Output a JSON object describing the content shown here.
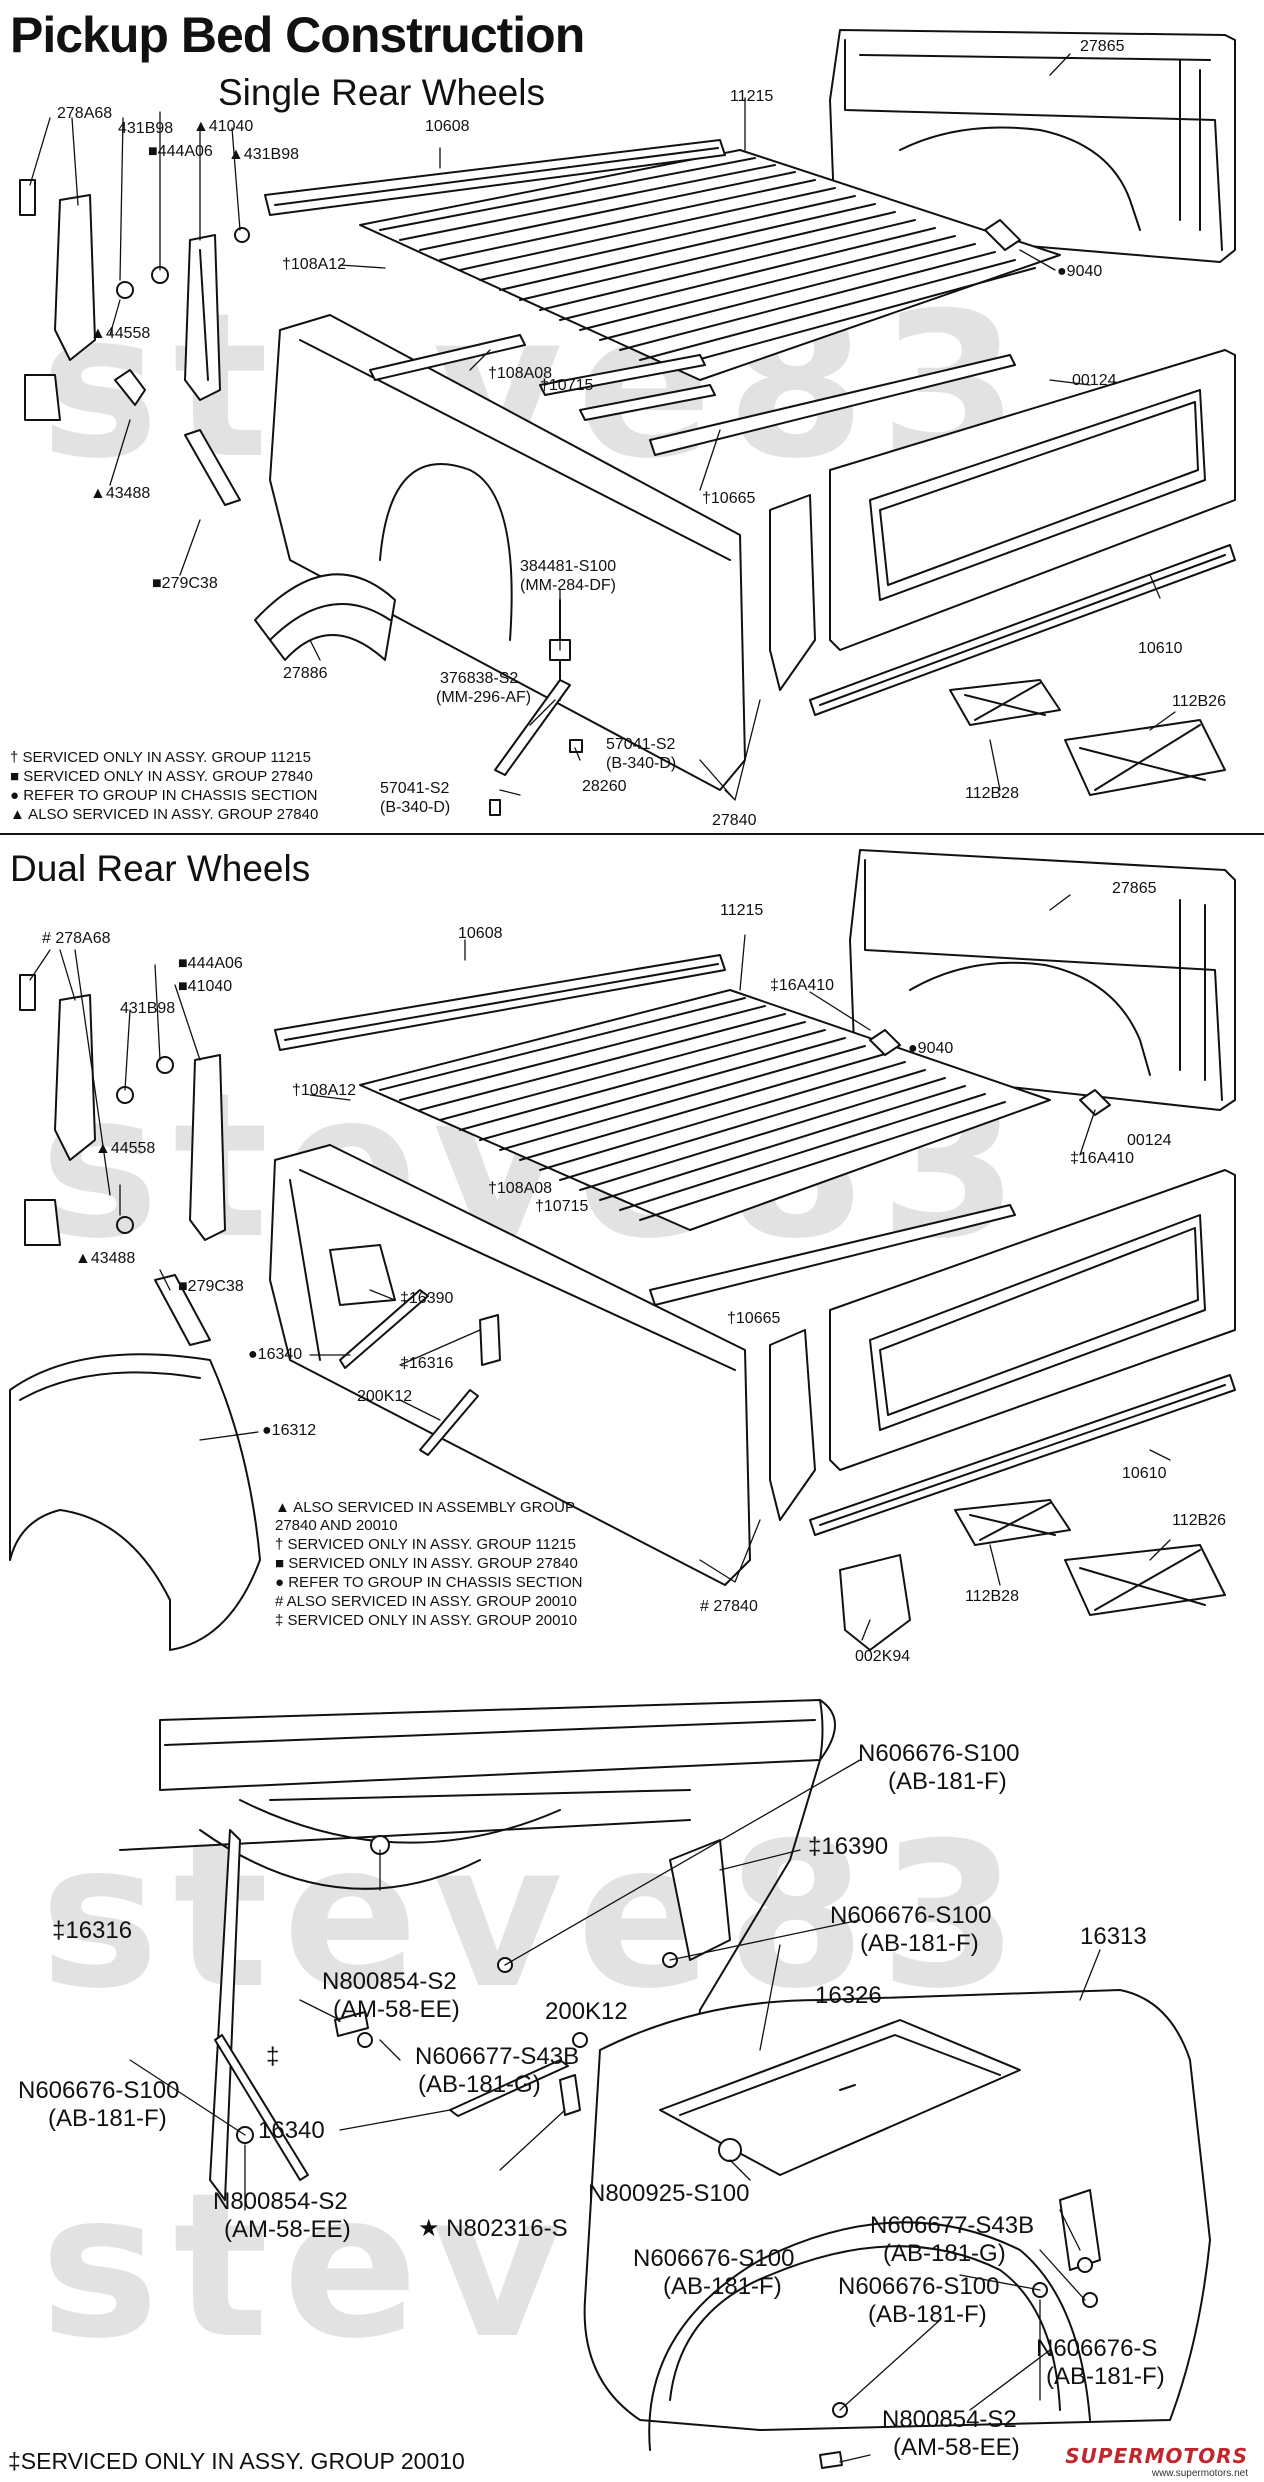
{
  "page": {
    "title": "Pickup Bed Construction",
    "subtitle_single": "Single Rear Wheels",
    "subtitle_dual": "Dual Rear Wheels",
    "footer": "‡SERVICED ONLY IN ASSY. GROUP 20010",
    "watermark": "steve83",
    "logo": {
      "main": "SUPERMOTORS",
      "url": "www.supermotors.net"
    }
  },
  "single": {
    "labels": {
      "l278A68": "278A68",
      "l431B98a": "431B98",
      "l41040": "▲41040",
      "l444A06": "■444A06",
      "l431B98b": "▲431B98",
      "l10608": "10608",
      "l11215": "11215",
      "l27865": "27865",
      "l108A12": "†108A12",
      "l9040": "●9040",
      "l44558": "▲44558",
      "l108A08": "†108A08",
      "l10715": "†10715",
      "l00124": "00124",
      "l43488": "▲43488",
      "l10665": "†10665",
      "l279C38": "■279C38",
      "l384481": "384481-S100",
      "l384481b": "(MM-284-DF)",
      "l10610": "10610",
      "l27886": "27886",
      "l376838": "376838-S2",
      "l376838b": "(MM-296-AF)",
      "l112B26": "112B26",
      "l57041a": "57041-S2",
      "l57041ab": "(B-340-D)",
      "l28260": "28260",
      "l112B28": "112B28",
      "l57041b": "57041-S2",
      "l57041bb": "(B-340-D)",
      "l27840": "27840"
    },
    "notes": [
      "† SERVICED ONLY IN ASSY. GROUP 11215",
      "■ SERVICED ONLY IN ASSY. GROUP 27840",
      "● REFER TO GROUP IN CHASSIS SECTION",
      "▲ ALSO SERVICED IN ASSY. GROUP 27840"
    ]
  },
  "dual": {
    "labels": {
      "l278A68": "# 278A68",
      "l444A06": "■444A06",
      "l41040": "■41040",
      "l431B98": "431B98",
      "l10608": "10608",
      "l11215": "11215",
      "l27865": "27865",
      "l16A410a": "‡16A410",
      "l9040": "●9040",
      "l108A12": "†108A12",
      "l16A410b": "‡16A410",
      "l44558": "▲44558",
      "l00124": "00124",
      "l108A08": "†108A08",
      "l10715": "†10715",
      "l43488": "▲43488",
      "l279C38": "■279C38",
      "l16390": "‡16390",
      "l10665": "†10665",
      "l16340": "●16340",
      "l16316": "‡16316",
      "l200K12": "200K12",
      "l16312": "●16312",
      "l10610": "10610",
      "l112B26": "112B26",
      "l112B28": "112B28",
      "l27840": "# 27840",
      "l002K94": "002K94"
    },
    "notes": [
      "▲ ALSO SERVICED IN ASSEMBLY GROUP",
      "    27840 AND 20010",
      "† SERVICED ONLY IN ASSY. GROUP 11215",
      "■ SERVICED ONLY IN ASSY. GROUP 27840",
      "● REFER TO GROUP IN CHASSIS SECTION",
      "# ALSO SERVICED IN ASSY. GROUP 20010",
      "‡ SERVICED ONLY IN ASSY. GROUP 20010"
    ]
  },
  "fender": {
    "labels": {
      "n606676_1": "N606676-S100",
      "n606676_1b": "(AB-181-F)",
      "l16390": "‡16390",
      "l16316": "‡16316",
      "n606676_2": "N606676-S100",
      "n606676_2b": "(AB-181-F)",
      "l16313": "16313",
      "n800854_1": "N800854-S2",
      "n800854_1b": "(AM-58-EE)",
      "l200K12": "200K12",
      "l16326": "16326",
      "dagger": "‡",
      "n606677_1": "N606677-S43B",
      "n606677_1b": "(AB-181-G)",
      "n606676_3": "N606676-S100",
      "n606676_3b": "(AB-181-F)",
      "l16340": "16340",
      "n800925": "N800925-S100",
      "n802316": "★ N802316-S",
      "n800854_2": "N800854-S2",
      "n800854_2b": "(AM-58-EE)",
      "n606677_2": "N606677-S43B",
      "n606677_2b": "(AB-181-G)",
      "n606676_4": "N606676-S100",
      "n606676_4b": "(AB-181-F)",
      "n606676_5": "N606676-S100",
      "n606676_5b": "(AB-181-F)",
      "n606676_6": "N606676-S",
      "n606676_6b": "(AB-181-F)",
      "n800854_3": "N800854-S2",
      "n800854_3b": "(AM-58-EE)"
    }
  }
}
